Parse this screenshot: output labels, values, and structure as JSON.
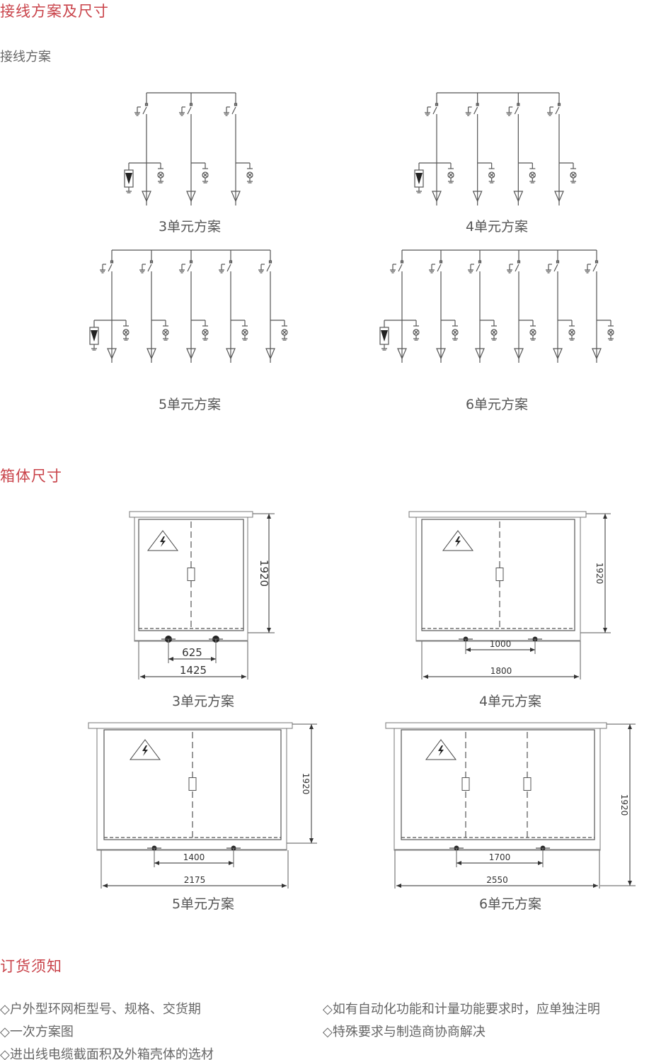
{
  "heading": "接线方案及尺寸",
  "wiring": {
    "subtitle": "接线方案",
    "schemes": [
      {
        "label": "3单元方案",
        "units": 3
      },
      {
        "label": "4单元方案",
        "units": 4
      },
      {
        "label": "5单元方案",
        "units": 5
      },
      {
        "label": "6单元方案",
        "units": 6
      }
    ]
  },
  "dimensions": {
    "title": "箱体尺寸",
    "cabinets": [
      {
        "label": "3单元方案",
        "height": "1920",
        "inner_width": "625",
        "width": "1425",
        "doors": 2
      },
      {
        "label": "4单元方案",
        "height": "1920",
        "inner_width": "1000",
        "width": "1800",
        "doors": 2
      },
      {
        "label": "5单元方案",
        "height": "1920",
        "inner_width": "1400",
        "width": "2175",
        "doors": 2
      },
      {
        "label": "6单元方案",
        "height": "1920",
        "inner_width": "1700",
        "width": "2550",
        "doors": 3
      }
    ]
  },
  "ordering": {
    "title": "订货须知",
    "bullet": "◇",
    "items": [
      "户外型环网柜型号、规格、交货期",
      "一次方案图",
      "进出线电缆截面积及外箱壳体的选材",
      "如有自动化功能和计量功能要求时，应单独注明",
      "特殊要求与制造商协商解决"
    ]
  }
}
